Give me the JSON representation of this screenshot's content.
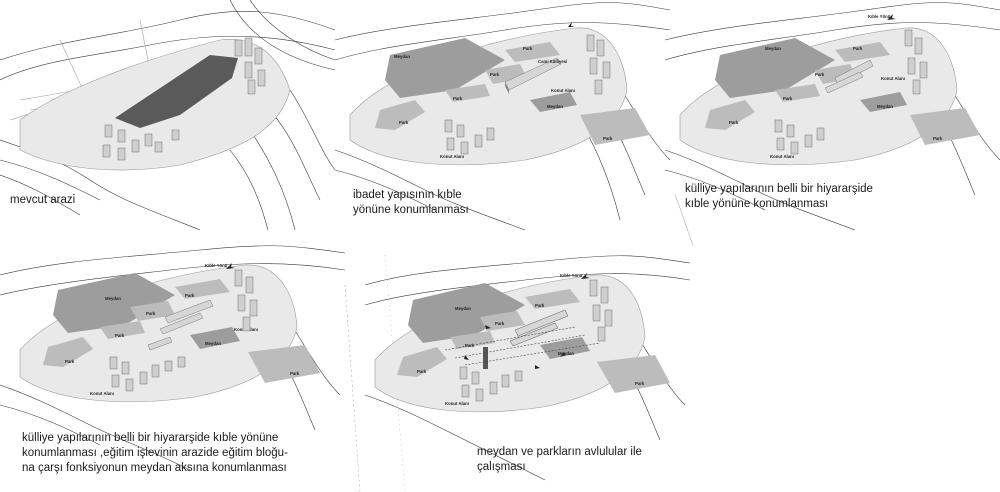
{
  "panels": [
    {
      "id": "p1",
      "caption_lines": [
        "mevcut arazi"
      ],
      "labels": []
    },
    {
      "id": "p2",
      "caption_lines": [
        "ibadet yapısının kıble",
        "yönüne konumlanması"
      ],
      "labels": [
        "Meydan",
        "Park",
        "Park",
        "Park",
        "Park",
        "Cami Külliyesi",
        "Konut Alanı",
        "Meydan",
        "Park",
        "Konut Alanı"
      ]
    },
    {
      "id": "p3",
      "caption_lines": [
        "külliye yapılarının belli bir hiyararşide",
        "kıble yönüne konumlanması"
      ],
      "labels": [
        "Kıble Yönü",
        "Meydan",
        "Park",
        "Park",
        "Park",
        "Park",
        "Konut Alanı",
        "Meydan",
        "Park",
        "Konut Alanı"
      ]
    },
    {
      "id": "p4",
      "caption_lines": [
        "külliye yapılarının belli bir hiyararşide kıble yönüne",
        "konumlanması ,eğitim işlevinin arazide eğitim bloğu-",
        "na çarşı fonksiyonun meydan aksına konumlanması"
      ],
      "labels": [
        "Kıble Yönü",
        "Meydan",
        "Park",
        "Park",
        "Park",
        "Park",
        "Konut Alanı",
        "Meydan",
        "Park",
        "Konut Alanı"
      ]
    },
    {
      "id": "p5",
      "caption_lines": [
        "meydan ve parkların  avlulular ile",
        "çalışması"
      ],
      "labels": [
        "Kıble Yönü",
        "Meydan",
        "Park",
        "Park",
        "Park",
        "Park",
        "Meydan",
        "Park",
        "Konut Alanı"
      ]
    }
  ],
  "colors": {
    "meydan": "#9d9d9d",
    "park": "#bcbcbc",
    "existing_site": "#5a5a5a",
    "contour": "#3a3a3a",
    "background": "#ffffff"
  }
}
